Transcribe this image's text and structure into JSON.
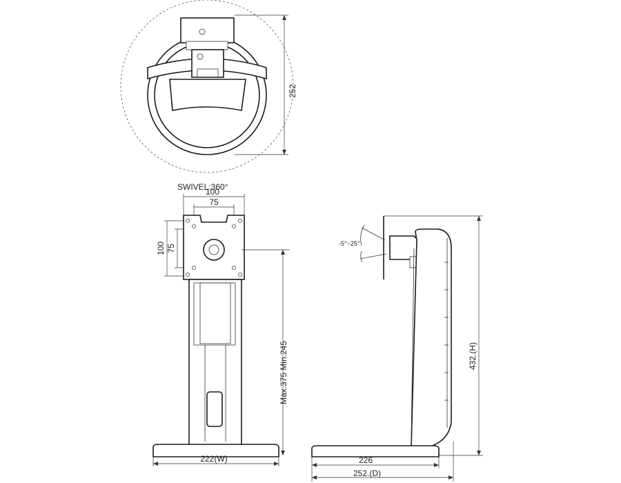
{
  "labels": {
    "top_height": "252",
    "swivel": "SWIVEL:360°",
    "vesa_outer_w": "100",
    "vesa_inner_w": "75",
    "vesa_outer_h": "100",
    "vesa_inner_h": "75",
    "height_range": "Max.375 Min.245",
    "base_width": "222(W)",
    "tilt": "-5°~25°",
    "total_height": "432.(H)",
    "base_depth_inner": "226",
    "base_depth": "252.(D)"
  }
}
